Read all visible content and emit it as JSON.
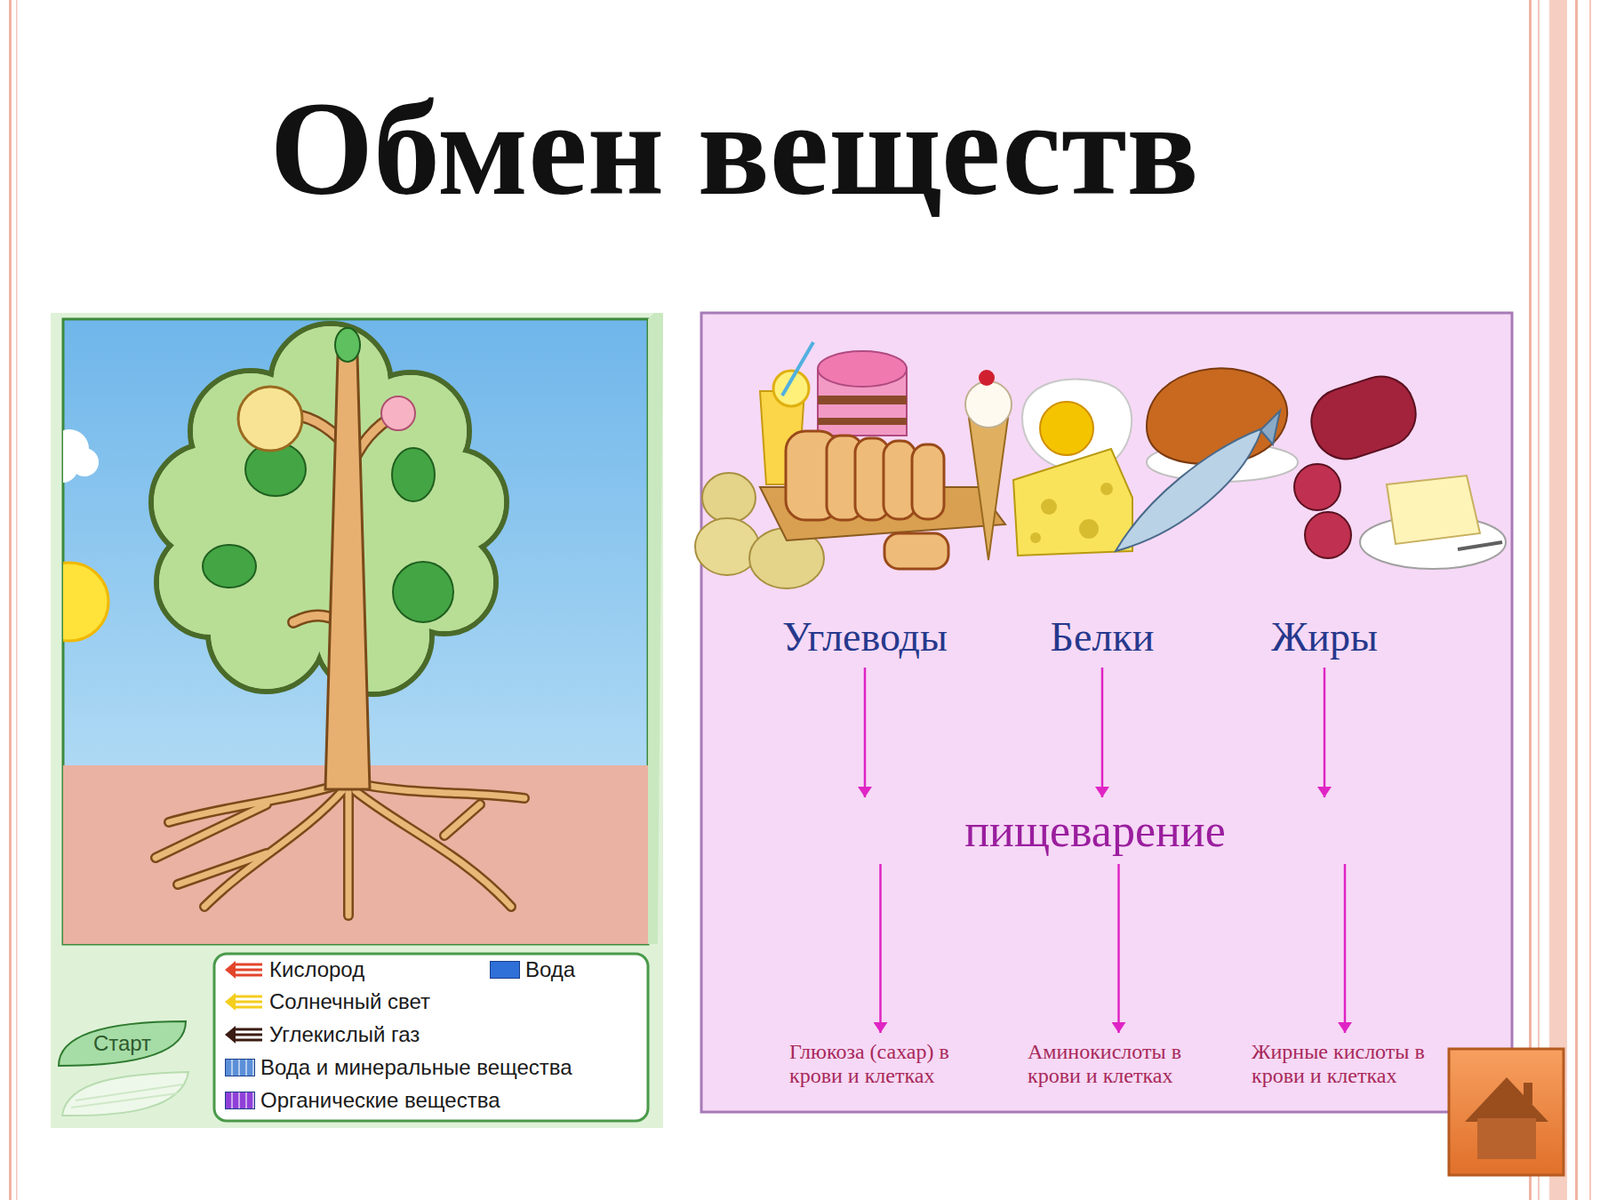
{
  "diagram": {
    "title": "Обмен веществ",
    "nodes": [
      {
        "text": [
          "Старт"
        ]
      },
      {
        "text": [
          "Углеводы"
        ]
      },
      {
        "text": [
          "Белки"
        ]
      },
      {
        "text": [
          "Жиры"
        ]
      },
      {
        "text": [
          "пищеварение"
        ]
      },
      {
        "text": [
          "Глюкоза (сахар) в крови и клетках"
        ]
      },
      {
        "text": [
          "Аминокислоты в крови и клетках"
        ]
      },
      {
        "text": [
          "Жирные кислоты в крови и клетках"
        ]
      }
    ],
    "edges": [
      {
        "from": 1,
        "to": 4,
        "arrow": "to"
      },
      {
        "from": 2,
        "to": 4,
        "arrow": "to"
      },
      {
        "from": 3,
        "to": 4,
        "arrow": "to"
      },
      {
        "from": 4,
        "to": 5,
        "arrow": "to"
      },
      {
        "from": 4,
        "to": 6,
        "arrow": "to"
      },
      {
        "from": 4,
        "to": 7,
        "arrow": "to"
      }
    ],
    "legend": [
      {
        "text": "Кислород"
      },
      {
        "text": "Вода",
        "color": "#2f6fd8"
      },
      {
        "text": "Солнечный свет"
      },
      {
        "text": "Углекислый газ"
      },
      {
        "text": "Вода и минеральные вещества",
        "color": "#5b8fd8"
      },
      {
        "text": "Органические вещества",
        "color": "#9040d8"
      }
    ]
  }
}
